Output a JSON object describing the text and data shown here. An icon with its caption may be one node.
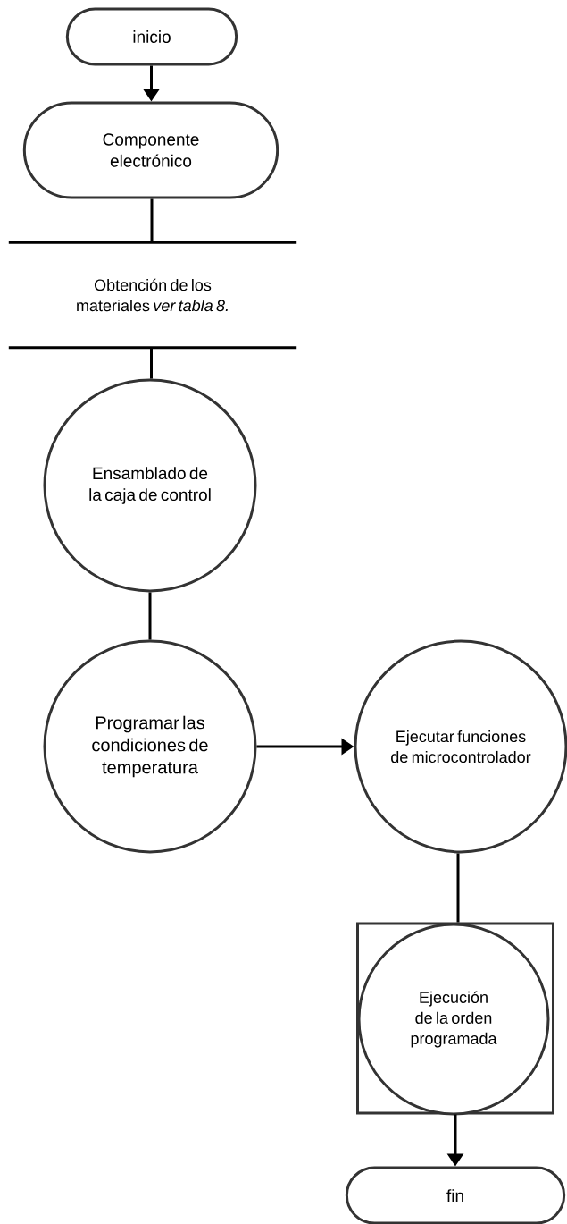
{
  "diagram": {
    "nodes": [
      {
        "text": [
          "inicio"
        ]
      },
      {
        "text": [
          "Componente electrónico"
        ]
      },
      {
        "text": [
          "Obtención de los materiales *ver tabla 8.*"
        ]
      },
      {
        "text": [
          "Ensamblado de la caja de control"
        ]
      },
      {
        "text": [
          "Programar las condiciones de temperatura"
        ]
      },
      {
        "text": [
          "Ejecutar funciones de microcontrolador"
        ]
      },
      {
        "text": [],
        "shape": "box"
      },
      {
        "text": [
          "Ejecución de la orden programada"
        ],
        "in": 6
      },
      {
        "text": [
          "fin"
        ]
      }
    ],
    "edges": [
      {
        "from": 0,
        "to": 1,
        "arrow": "to"
      },
      {
        "from": 1,
        "to": 2,
        "arrow": "none"
      },
      {
        "from": 2,
        "to": 3,
        "arrow": "none"
      },
      {
        "from": 3,
        "to": 4,
        "arrow": "none"
      },
      {
        "from": 4,
        "to": 5,
        "arrow": "to"
      },
      {
        "from": 5,
        "to": 6,
        "arrow": "none"
      },
      {
        "from": 6,
        "to": 8,
        "arrow": "to"
      }
    ]
  }
}
